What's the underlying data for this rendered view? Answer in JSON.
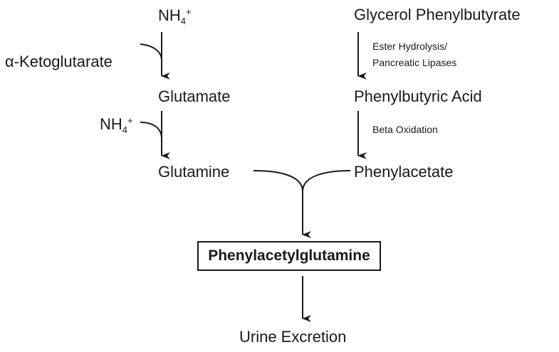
{
  "left_path": {
    "ammonium_top": {
      "base": "NH",
      "sub": "4",
      "sup": "+"
    },
    "alpha_ketoglutarate": "α-Ketoglutarate",
    "glutamate": "Glutamate",
    "ammonium_mid": {
      "base": "NH",
      "sub": "4",
      "sup": "+"
    },
    "glutamine": "Glutamine"
  },
  "right_path": {
    "glycerol_phenylbutyrate": "Glycerol Phenylbutyrate",
    "step1_line1": "Ester Hydrolysis/",
    "step1_line2": "Pancreatic Lipases",
    "phenylbutyric_acid": "Phenylbutyric Acid",
    "step2": "Beta Oxidation",
    "phenylacetate": "Phenylacetate"
  },
  "product": "Phenylacetylglutamine",
  "outcome": "Urine Excretion"
}
